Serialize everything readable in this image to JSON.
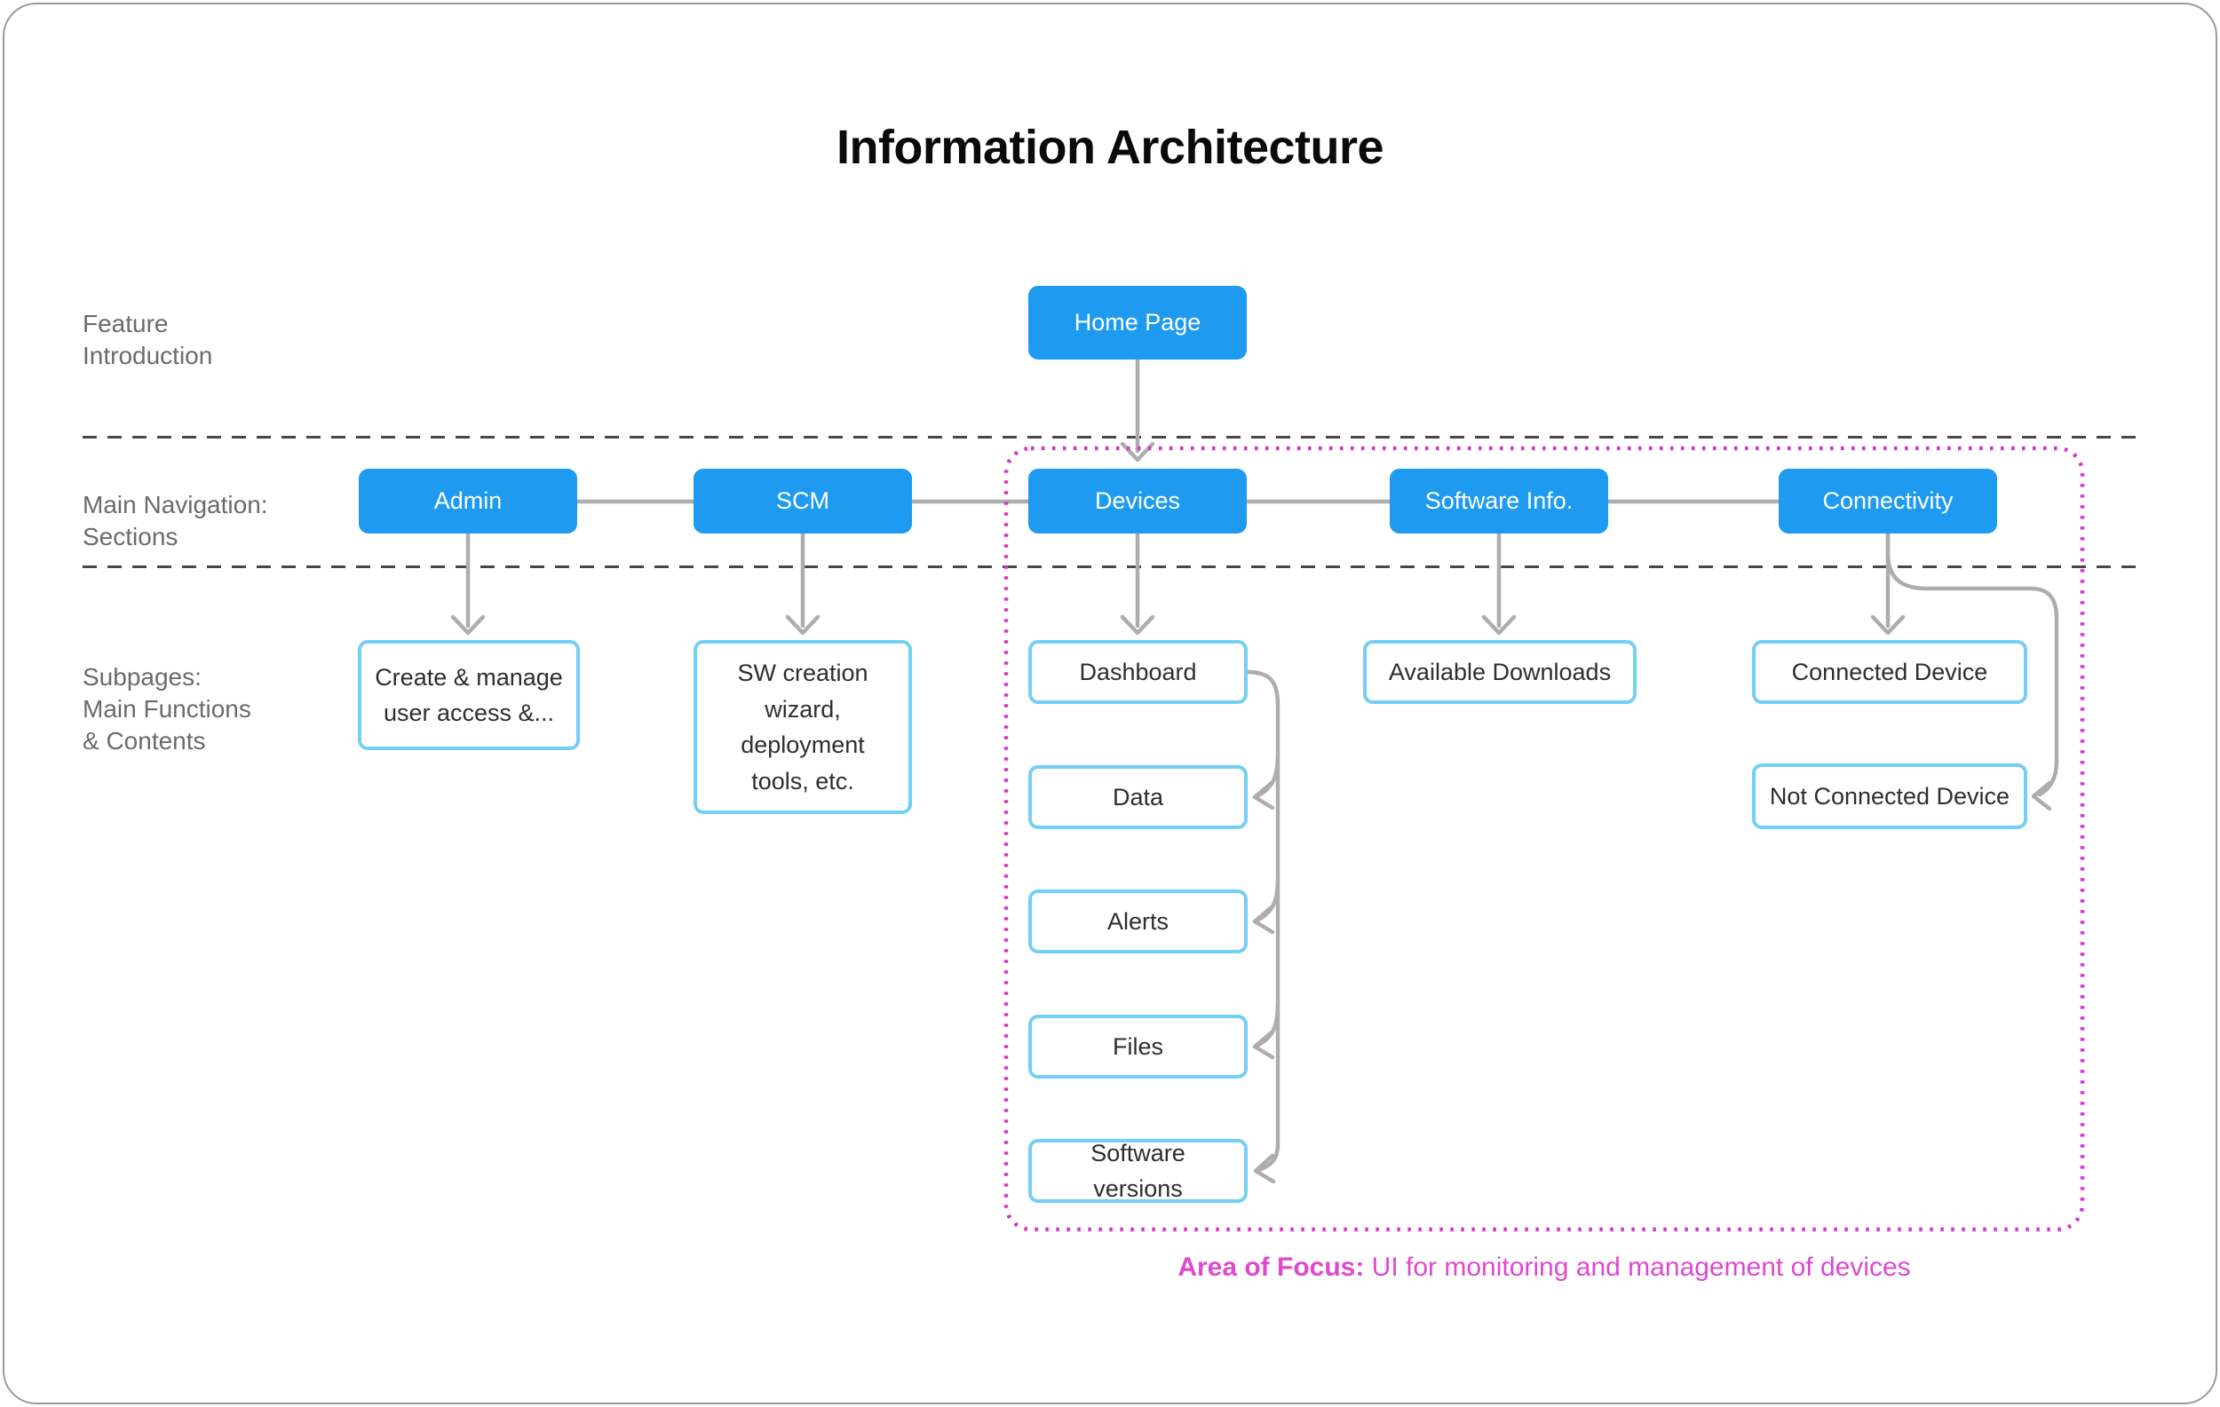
{
  "title": "Information Architecture",
  "row_labels": {
    "feature": "Feature\nIntroduction",
    "navigation": "Main Navigation:\nSections",
    "subpages": "Subpages:\nMain Functions\n& Contents"
  },
  "nodes": {
    "home": "Home Page",
    "admin": "Admin",
    "scm": "SCM",
    "devices": "Devices",
    "software_info": "Software Info.",
    "connectivity": "Connectivity",
    "admin_sub": "Create & manage user access &...",
    "scm_sub": "SW creation wizard, deployment tools, etc.",
    "dashboard": "Dashboard",
    "data": "Data",
    "alerts": "Alerts",
    "files": "Files",
    "software_versions": "Software versions",
    "available_downloads": "Available Downloads",
    "connected_device": "Connected Device",
    "not_connected_device": "Not Connected Device"
  },
  "annotation": {
    "label": "Area of Focus:",
    "text": " UI for monitoring and management of devices"
  },
  "colors": {
    "accent-blue": "#1E9BF0",
    "node-border-blue": "#74CFF4",
    "focus-magenta": "#D935C6",
    "annotation-magenta": "#DE49D0",
    "connector-gray": "#ADADAD",
    "label-gray": "#6B6B6B"
  }
}
